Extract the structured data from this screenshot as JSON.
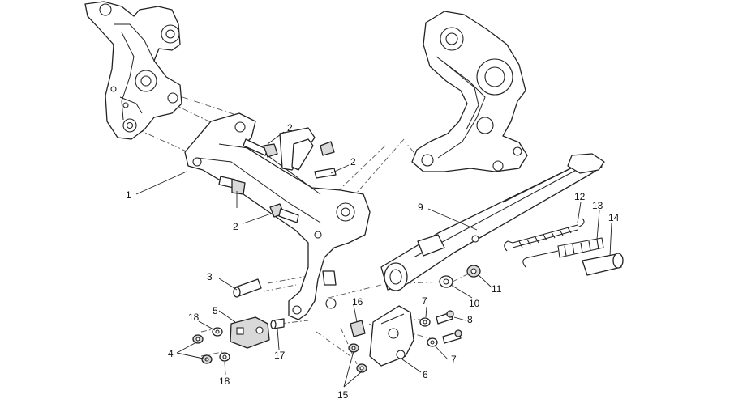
{
  "diagram": {
    "callouts": [
      {
        "id": "c1",
        "text": "1"
      },
      {
        "id": "c2a",
        "text": "2"
      },
      {
        "id": "c2b",
        "text": "2"
      },
      {
        "id": "c2c",
        "text": "2"
      },
      {
        "id": "c3",
        "text": "3"
      },
      {
        "id": "c4",
        "text": "4"
      },
      {
        "id": "c5",
        "text": "5"
      },
      {
        "id": "c6",
        "text": "6"
      },
      {
        "id": "c7a",
        "text": "7"
      },
      {
        "id": "c7b",
        "text": "7"
      },
      {
        "id": "c8",
        "text": "8"
      },
      {
        "id": "c9",
        "text": "9"
      },
      {
        "id": "c10",
        "text": "10"
      },
      {
        "id": "c11",
        "text": "11"
      },
      {
        "id": "c12",
        "text": "12"
      },
      {
        "id": "c13",
        "text": "13"
      },
      {
        "id": "c14",
        "text": "14"
      },
      {
        "id": "c15",
        "text": "15"
      },
      {
        "id": "c16",
        "text": "16"
      },
      {
        "id": "c17",
        "text": "17"
      },
      {
        "id": "c18a",
        "text": "18"
      },
      {
        "id": "c18b",
        "text": "18"
      }
    ]
  }
}
